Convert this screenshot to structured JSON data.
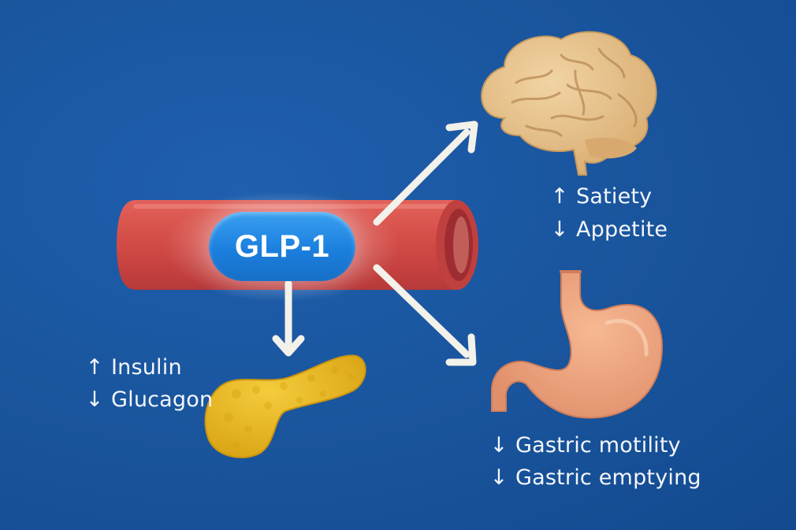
{
  "hormone": {
    "label": "GLP-1"
  },
  "brain": {
    "effects": [
      {
        "arrow": "↑",
        "text": "Satiety"
      },
      {
        "arrow": "↓",
        "text": "Appetite"
      }
    ]
  },
  "pancreas": {
    "effects": [
      {
        "arrow": "↑",
        "text": "Insulin"
      },
      {
        "arrow": "↓",
        "text": "Glucagon"
      }
    ]
  },
  "stomach": {
    "effects": [
      {
        "arrow": "↓",
        "text": "Gastric motility"
      },
      {
        "arrow": "↓",
        "text": "Gastric emptying"
      }
    ]
  },
  "colors": {
    "background": "#1a569f",
    "vessel": "#d9504a",
    "pill": "#1b7fde",
    "brain": "#e8c590",
    "stomach": "#eea57f",
    "pancreas": "#e8b823",
    "arrows": "#f2f1ea"
  },
  "icons": [
    "blood-vessel-icon",
    "brain-icon",
    "stomach-icon",
    "pancreas-icon"
  ]
}
